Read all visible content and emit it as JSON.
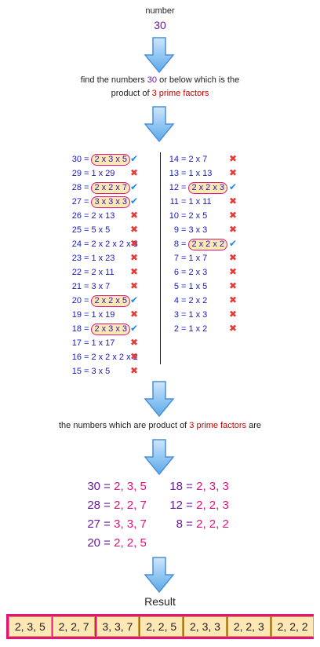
{
  "header": {
    "label": "number",
    "value": "30"
  },
  "step1": {
    "line1_prefix": "find the numbers ",
    "line1_num": "30",
    "line1_suffix": " or below which is the",
    "line2_prefix": "product of ",
    "line2_highlight": "3 prime factors"
  },
  "left_column": [
    {
      "n": "30",
      "eq": "=",
      "f": "2 x 3 x 5",
      "hl": true,
      "mark": "tick"
    },
    {
      "n": "29",
      "eq": "=",
      "f": "1 x 29",
      "hl": false,
      "mark": "cross"
    },
    {
      "n": "28",
      "eq": "=",
      "f": "2 x 2 x 7",
      "hl": true,
      "mark": "tick"
    },
    {
      "n": "27",
      "eq": "=",
      "f": "3 x 3 x 3",
      "hl": true,
      "mark": "tick"
    },
    {
      "n": "26",
      "eq": "=",
      "f": "2 x 13",
      "hl": false,
      "mark": "cross"
    },
    {
      "n": "25",
      "eq": "=",
      "f": "5 x 5",
      "hl": false,
      "mark": "cross"
    },
    {
      "n": "24",
      "eq": "=",
      "f": "2 x 2 x 2 x 3",
      "hl": false,
      "mark": "cross"
    },
    {
      "n": "23",
      "eq": "=",
      "f": "1 x 23",
      "hl": false,
      "mark": "cross"
    },
    {
      "n": "22",
      "eq": "=",
      "f": "2 x 11",
      "hl": false,
      "mark": "cross"
    },
    {
      "n": "21",
      "eq": "=",
      "f": "3 x 7",
      "hl": false,
      "mark": "cross"
    },
    {
      "n": "20",
      "eq": "=",
      "f": "2 x 2 x 5",
      "hl": true,
      "mark": "tick"
    },
    {
      "n": "19",
      "eq": "=",
      "f": "1 x 19",
      "hl": false,
      "mark": "cross"
    },
    {
      "n": "18",
      "eq": "=",
      "f": "2 x 3 x 3",
      "hl": true,
      "mark": "tick"
    },
    {
      "n": "17",
      "eq": "=",
      "f": "1 x 17",
      "hl": false,
      "mark": "cross"
    },
    {
      "n": "16",
      "eq": "=",
      "f": "2 x 2 x 2 x 2",
      "hl": false,
      "mark": "cross"
    },
    {
      "n": "15",
      "eq": "=",
      "f": "3 x 5",
      "hl": false,
      "mark": "cross"
    }
  ],
  "right_column": [
    {
      "n": "14",
      "eq": "=",
      "f": "2 x 7",
      "hl": false,
      "mark": "cross"
    },
    {
      "n": "13",
      "eq": "=",
      "f": "1 x 13",
      "hl": false,
      "mark": "cross"
    },
    {
      "n": "12",
      "eq": "=",
      "f": "2 x 2 x 3",
      "hl": true,
      "mark": "tick"
    },
    {
      "n": "11",
      "eq": "=",
      "f": "1 x 11",
      "hl": false,
      "mark": "cross"
    },
    {
      "n": "10",
      "eq": "=",
      "f": "2 x 5",
      "hl": false,
      "mark": "cross"
    },
    {
      "n": "9",
      "eq": "=",
      "f": "3 x 3",
      "hl": false,
      "mark": "cross"
    },
    {
      "n": "8",
      "eq": "=",
      "f": "2 x 2 x 2",
      "hl": true,
      "mark": "tick"
    },
    {
      "n": "7",
      "eq": "=",
      "f": "1 x 7",
      "hl": false,
      "mark": "cross"
    },
    {
      "n": "6",
      "eq": "=",
      "f": "2 x 3",
      "hl": false,
      "mark": "cross"
    },
    {
      "n": "5",
      "eq": "=",
      "f": "1 x 5",
      "hl": false,
      "mark": "cross"
    },
    {
      "n": "4",
      "eq": "=",
      "f": "2 x 2",
      "hl": false,
      "mark": "cross"
    },
    {
      "n": "3",
      "eq": "=",
      "f": "1 x 3",
      "hl": false,
      "mark": "cross"
    },
    {
      "n": "2",
      "eq": "=",
      "f": "1 x 2",
      "hl": false,
      "mark": "cross"
    }
  ],
  "step2": {
    "prefix": "the numbers which are product of ",
    "highlight": "3 prime factors",
    "suffix": " are"
  },
  "summary": [
    {
      "n": "30",
      "f": "2, 3, 5"
    },
    {
      "n": "18",
      "f": "2, 3, 3"
    },
    {
      "n": "28",
      "f": "2, 2, 7"
    },
    {
      "n": "12",
      "f": "2, 2, 3"
    },
    {
      "n": "27",
      "f": "3, 3, 7"
    },
    {
      "n": "8",
      "f": "2, 2, 2"
    },
    {
      "n": "20",
      "f": "2, 2, 5"
    }
  ],
  "result": {
    "title": "Result",
    "cells": [
      "2, 3, 5",
      "2, 2, 7",
      "3, 3, 7",
      "2, 2, 5",
      "2, 3, 3",
      "2, 2, 3",
      "2, 2, 2"
    ]
  },
  "colors": {
    "arrow": "#5aa9ea",
    "highlight_border": "#e0157a",
    "highlight_fill": "#fde8b5",
    "tick": "#1e88e5",
    "cross": "#e53935",
    "factor_text": "#1a1ab8"
  }
}
